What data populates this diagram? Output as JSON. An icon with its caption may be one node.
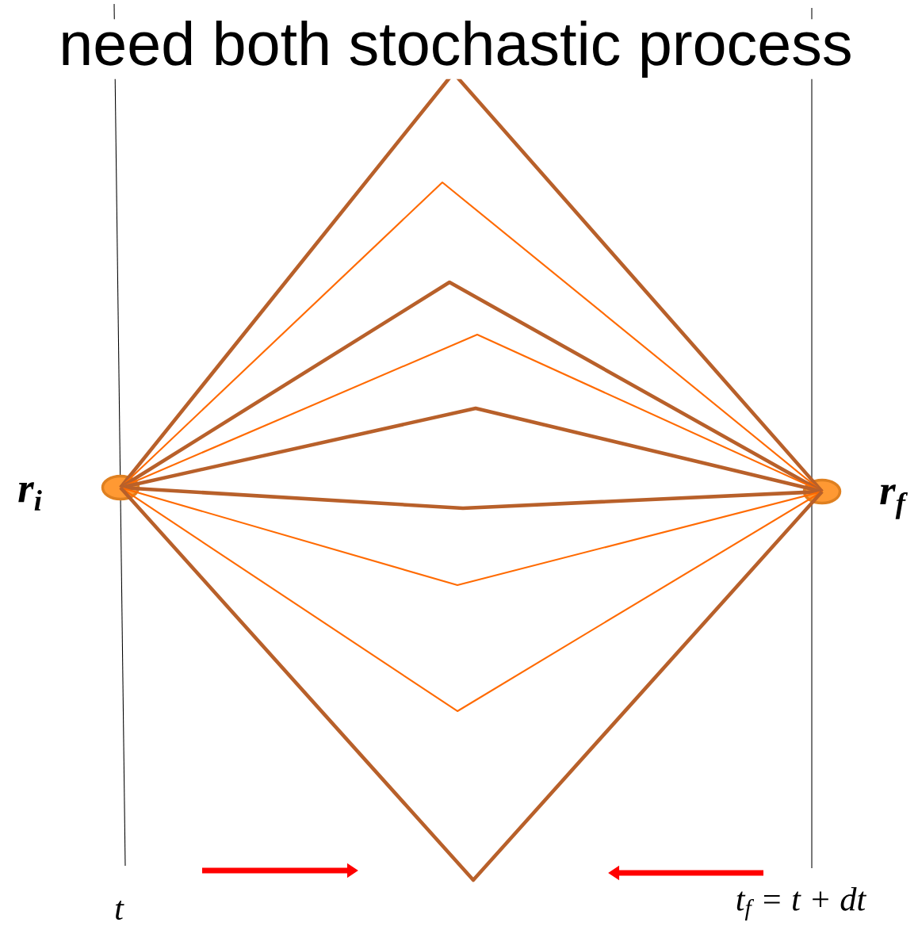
{
  "diagram": {
    "title": "need both stochastic process",
    "nodes": [
      {
        "text": [],
        "shape": "circle",
        "beside": [
          "r$_{i}$"
        ]
      },
      {
        "text": [],
        "shape": "circle",
        "beside": [
          "r$_{f}$"
        ]
      }
    ],
    "edges": [
      {
        "from": 0,
        "to": 1,
        "arrow": "none"
      },
      {
        "from": 0,
        "to": 1,
        "arrow": "none",
        "color": "#ff6a00"
      },
      {
        "from": 0,
        "to": 1,
        "arrow": "none"
      },
      {
        "from": 0,
        "to": 1,
        "arrow": "none",
        "color": "#ff6a00"
      },
      {
        "from": 0,
        "to": 1,
        "arrow": "none"
      },
      {
        "from": 0,
        "to": 1,
        "arrow": "none"
      },
      {
        "from": 0,
        "to": 1,
        "arrow": "none",
        "color": "#ff6a00"
      },
      {
        "from": 0,
        "to": 1,
        "arrow": "none",
        "color": "#ff6a00"
      },
      {
        "from": 0,
        "to": 1,
        "arrow": "none"
      }
    ],
    "labels": [
      "t",
      "t$_{f}$ = t + dt"
    ]
  }
}
